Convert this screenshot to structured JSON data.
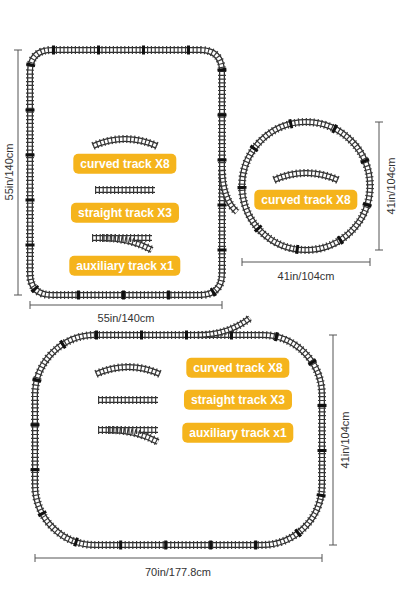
{
  "diagram": {
    "nodes": [
      {
        "text": [
          "curved track X8"
        ]
      },
      {
        "text": [
          "straight track X3"
        ]
      },
      {
        "text": [
          "auxiliary track x1"
        ]
      },
      {
        "text": [
          "curved track X8"
        ]
      },
      {
        "text": [
          "curved track X8"
        ]
      },
      {
        "text": [
          "straight track X3"
        ]
      },
      {
        "text": [
          "auxiliary track x1"
        ]
      }
    ],
    "labels": [
      "55in/140cm",
      "55in/140cm",
      "41in/104cm",
      "41in/104cm",
      "41in/104cm",
      "70in/177.8cm"
    ]
  }
}
